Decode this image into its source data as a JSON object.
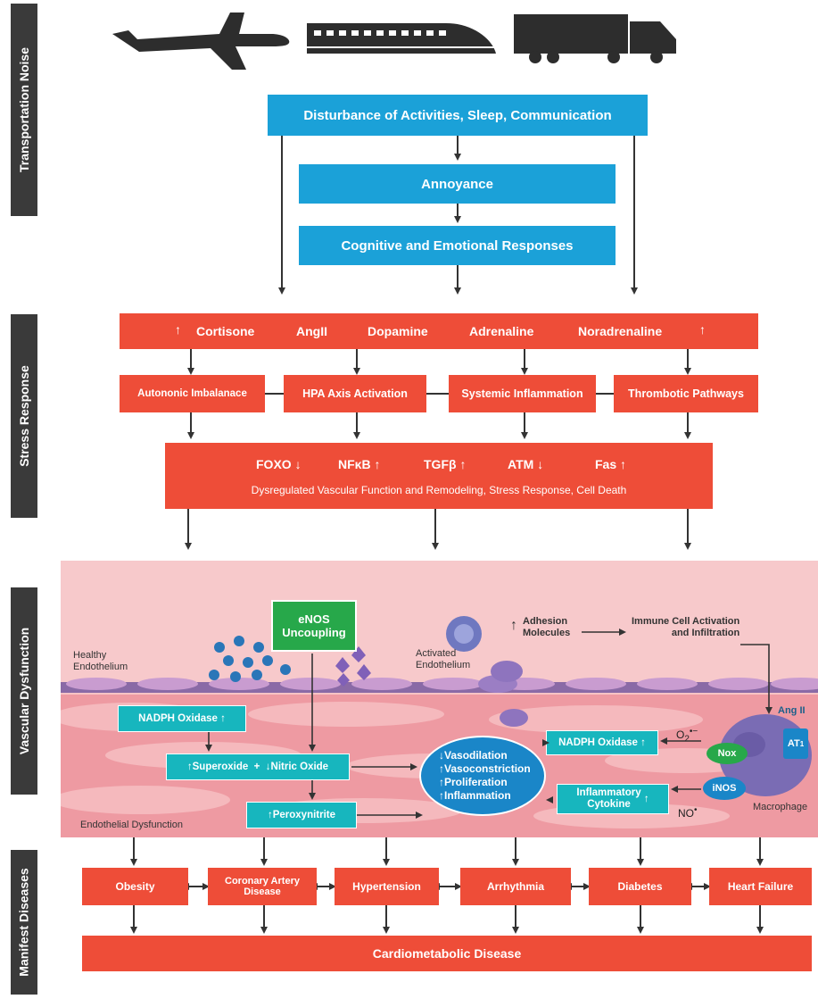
{
  "sidebar": {
    "transportation_noise": "Transportation Noise",
    "stress_response": "Stress Response",
    "vascular_dysfunction": "Vascular Dysfunction",
    "manifest_diseases": "Manifest Diseases"
  },
  "icons": {
    "vehicle_icons": [
      "airplane-icon",
      "train-icon",
      "truck-icon"
    ],
    "up_arrow": "↑",
    "down_arrow": "↓"
  },
  "noise": {
    "disturbance": "Disturbance of Activities, Sleep, Communication",
    "annoyance": "Annoyance",
    "cognitive": "Cognitive and Emotional Responses"
  },
  "stress": {
    "hormones": [
      "Cortisone",
      "AngII",
      "Dopamine",
      "Adrenaline",
      "Noradrenaline"
    ],
    "pathways": [
      "Autononic Imbalanace",
      "HPA Axis Activation",
      "Systemic Inflammation",
      "Thrombotic Pathways"
    ],
    "genes": [
      {
        "label": "FOXO",
        "dir": "↓"
      },
      {
        "label": "NFκB",
        "dir": "↑"
      },
      {
        "label": "TGFβ",
        "dir": "↑"
      },
      {
        "label": "ATM",
        "dir": "↓"
      },
      {
        "label": "Fas",
        "dir": "↑"
      }
    ],
    "dysregulated": "Dysregulated Vascular Function and Remodeling, Stress Response, Cell Death"
  },
  "vascular": {
    "enos_line1": "eNOS",
    "enos_line2": "Uncoupling",
    "healthy_line1": "Healthy",
    "healthy_line2": "Endothelium",
    "activated_line1": "Activated",
    "activated_line2": "Endothelium",
    "adhesion_line1": "Adhesion",
    "adhesion_line2": "Molecules",
    "immune_line1": "Immune Cell Activation",
    "immune_line2": "and Infiltration",
    "nadph_left": "NADPH Oxidase",
    "superoxide": "Superoxide",
    "nitric_oxide": "Nitric Oxide",
    "plus": "+",
    "peroxynitrite": "Peroxynitrite",
    "endothelial_dysfunction": "Endothelial Dysfunction",
    "effects": [
      {
        "dir": "↓",
        "label": "Vasodilation"
      },
      {
        "dir": "↑",
        "label": "Vasoconstriction"
      },
      {
        "dir": "↑",
        "label": "Proliferation"
      },
      {
        "dir": "↑",
        "label": "Inflammation"
      }
    ],
    "nadph_right": "NADPH Oxidase",
    "inflammatory_line1": "Inflammatory",
    "inflammatory_line2": "Cytokine",
    "o2_symbol": "O",
    "o2_sub": "2",
    "o2_sup": "•−",
    "no_symbol": "NO",
    "no_sup": "•",
    "nox": "Nox",
    "inos": "iNOS",
    "macrophage": "Macrophage",
    "ang_ii": "Ang II",
    "at1": "AT",
    "at1_sub": "1"
  },
  "diseases": {
    "items": [
      "Obesity",
      "Coronary Artery Disease",
      "Hypertension",
      "Arrhythmia",
      "Diabetes",
      "Heart Failure"
    ],
    "final": "Cardiometabolic Disease"
  },
  "colors": {
    "blue_box": "#1ba1d8",
    "red_box": "#ee4d38",
    "teal_box": "#17b6be",
    "green_box": "#27a84a",
    "sidebar": "#3a3a3a",
    "vascular_bg": "#f6c3c5"
  }
}
